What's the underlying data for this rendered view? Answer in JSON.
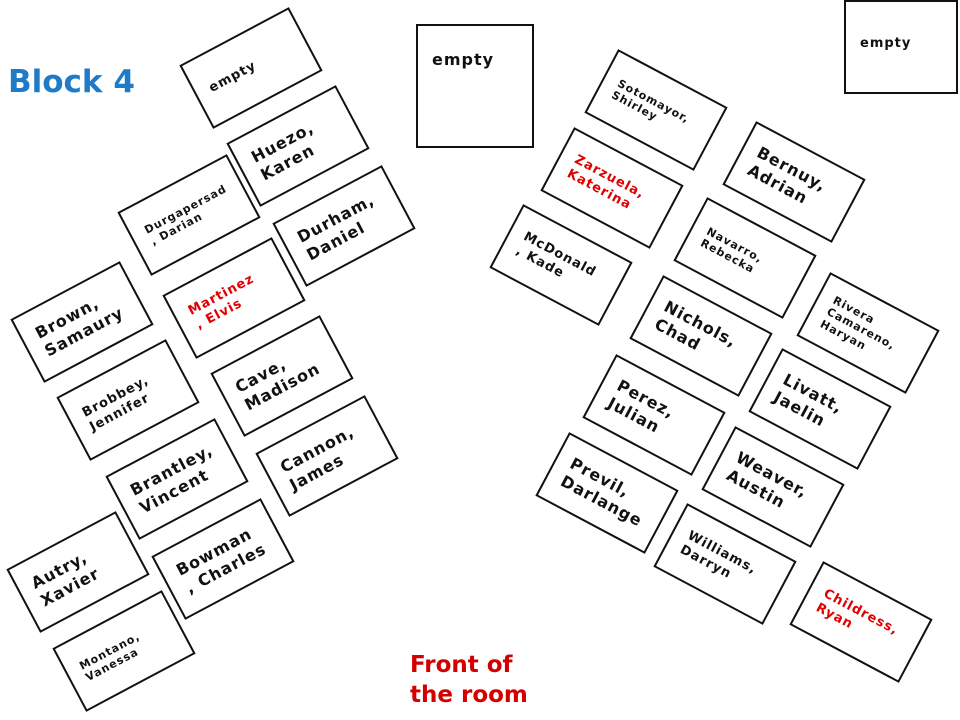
{
  "title": "Block 4",
  "front_label": {
    "line1": "Front of",
    "line2": "the room"
  },
  "desks": {
    "empty_left": "empty",
    "huezo": "Huezo,\nKaren",
    "durham": "Durham,\nDaniel",
    "durgapersad": "Durgapersad\n, Darian",
    "martinez": "Martinez\n, Elvis",
    "cave": "Cave,\nMadison",
    "cannon": "Cannon,\nJames",
    "brown": "Brown,\nSamaury",
    "brobbey": "Brobbey,\nJennifer",
    "brantley": "Brantley,\nVincent",
    "bowman": "Bowman\n, Charles",
    "autry": "Autry,\nXavier",
    "montano": "Montano,\nVanessa",
    "empty_center": "empty",
    "empty_right": "empty",
    "sotomayor": "Sotomayor,\nShirley",
    "zarzuela": "Zarzuela,\nKaterina",
    "mcdonald": "McDonald\n, Kade",
    "bernuy": "Bernuy,\nAdrian",
    "navarro": "Navarro,\nRebecka",
    "nichols": "Nichols,\nChad",
    "perez": "Perez,\nJulian",
    "previl": "Previl,\nDarlange",
    "rivera": "Rivera\nCamareno,\nHaryan",
    "livatt": "Livatt,\nJaelin",
    "weaver": "Weaver,\nAustin",
    "williams": "Williams,\nDarryn",
    "childress": "Childress,\nRyan"
  },
  "colors": {
    "title": "#1f7ac8",
    "front_label": "#d40000",
    "highlight_name": "#e00000",
    "desk_border": "#111111"
  }
}
